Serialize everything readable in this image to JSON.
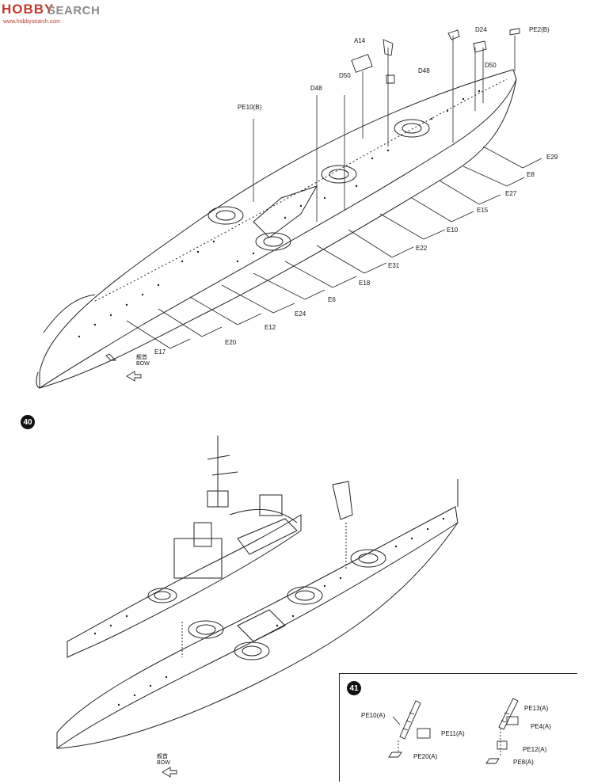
{
  "watermark": {
    "logo_text": "HOBBY",
    "brand_text": "SEARCH",
    "url_text": "www.hobbysearch.com"
  },
  "steps": {
    "step_40": "40",
    "step_41": "41"
  },
  "upper_diagram": {
    "part_labels": [
      "A14",
      "D24",
      "PE2(B)",
      "D48",
      "D50",
      "PE10(B)",
      "D48",
      "D50",
      "E29",
      "E8",
      "E27",
      "E15",
      "E10",
      "E22",
      "E31",
      "E18",
      "E6",
      "E24",
      "E12",
      "E20",
      "E17"
    ],
    "bow_cn": "舰首",
    "bow_en": "BOW"
  },
  "lower_diagram": {
    "bow_cn": "舰首",
    "bow_en": "BOW"
  },
  "inset_41": {
    "part_labels": [
      "PE10(A)",
      "PE11(A)",
      "PE20(A)",
      "PE13(A)",
      "PE4(A)",
      "PE12(A)",
      "PE8(A)"
    ]
  }
}
